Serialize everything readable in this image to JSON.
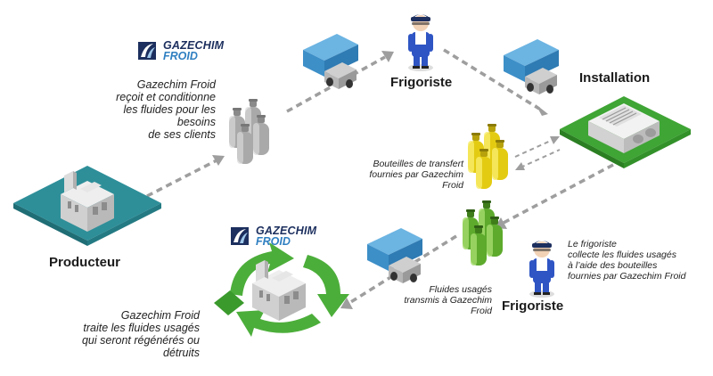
{
  "logos": {
    "top": {
      "line1": "GAZECHIM",
      "line2": "FROID"
    },
    "bottom": {
      "line1": "GAZECHIM",
      "line2": "FROID"
    }
  },
  "labels": {
    "frigoriste_top": "Frigoriste",
    "installation": "Installation",
    "producteur": "Producteur",
    "frigoriste_bottom": "Frigoriste"
  },
  "notes": {
    "gazechim_receives": [
      "Gazechim Froid",
      "reçoit et conditionne",
      "les fluides pour les besoins",
      "de ses clients"
    ],
    "transfer_bottles": [
      "Bouteilles de transfert",
      "fournies par Gazechim Froid"
    ],
    "used_fluids": [
      "Fluides usagés",
      "transmis à Gazechim Froid"
    ],
    "collects": [
      "Le frigoriste",
      "collecte les fluides usagés",
      "à l’aide des bouteilles",
      "fournies par Gazechim Froid"
    ],
    "treats": [
      "Gazechim Froid",
      "traite les fluides usagés",
      "qui seront régénérés ou détruits"
    ]
  },
  "colors": {
    "teal": "#2e8f99",
    "green": "#3fa535",
    "yellow": "#e8d21c",
    "bottle_green": "#6fbf3a",
    "truck_blue": "#4fa0d6",
    "grey": "#bdbdbd",
    "navy": "#1c2f5e",
    "blue": "#2f7fc1"
  },
  "icons": [
    "factory-icon",
    "truck-icon",
    "technician-icon",
    "gas-bottle-icon",
    "refrigeration-unit-icon",
    "recycle-arrows-icon",
    "logo-mark-icon"
  ]
}
